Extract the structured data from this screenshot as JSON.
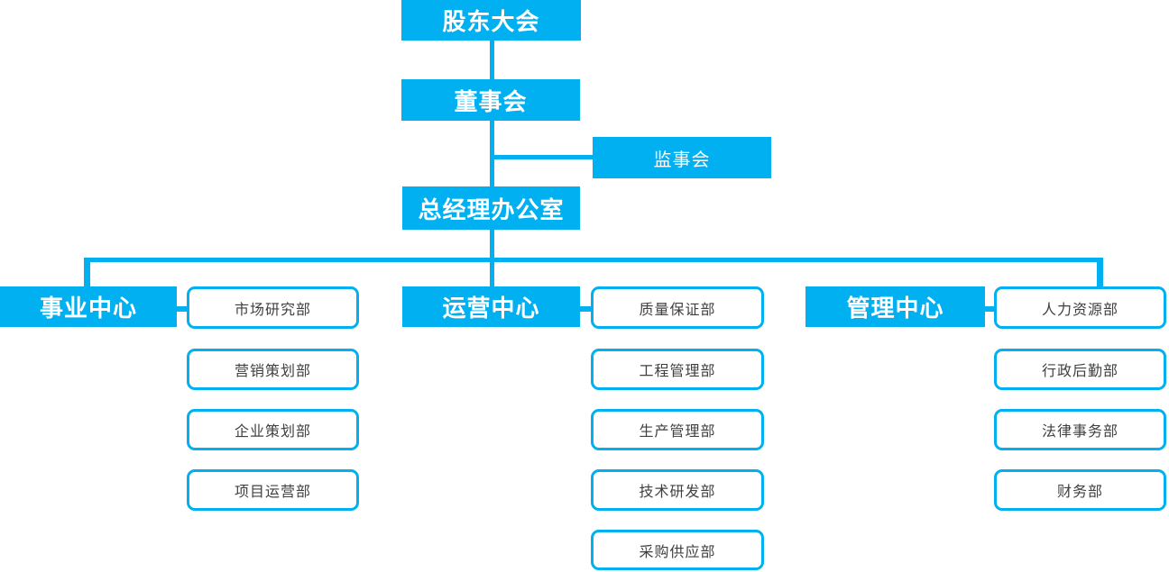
{
  "palette": {
    "accent": "#00b0f0",
    "node_text": "#ffffff",
    "dept_text": "#404040",
    "background": "#ffffff"
  },
  "org_chart": {
    "type": "org-chart",
    "nodes": {
      "shareholders_meeting": "股东大会",
      "board_of_directors": "董事会",
      "supervisory_board": "监事会",
      "gm_office": "总经理办公室"
    },
    "branches": [
      {
        "label": "事业中心",
        "departments": [
          "市场研究部",
          "营销策划部",
          "企业策划部",
          "项目运营部"
        ]
      },
      {
        "label": "运营中心",
        "departments": [
          "质量保证部",
          "工程管理部",
          "生产管理部",
          "技术研发部",
          "采购供应部"
        ]
      },
      {
        "label": "管理中心",
        "departments": [
          "人力资源部",
          "行政后勤部",
          "法律事务部",
          "财务部"
        ]
      }
    ]
  }
}
